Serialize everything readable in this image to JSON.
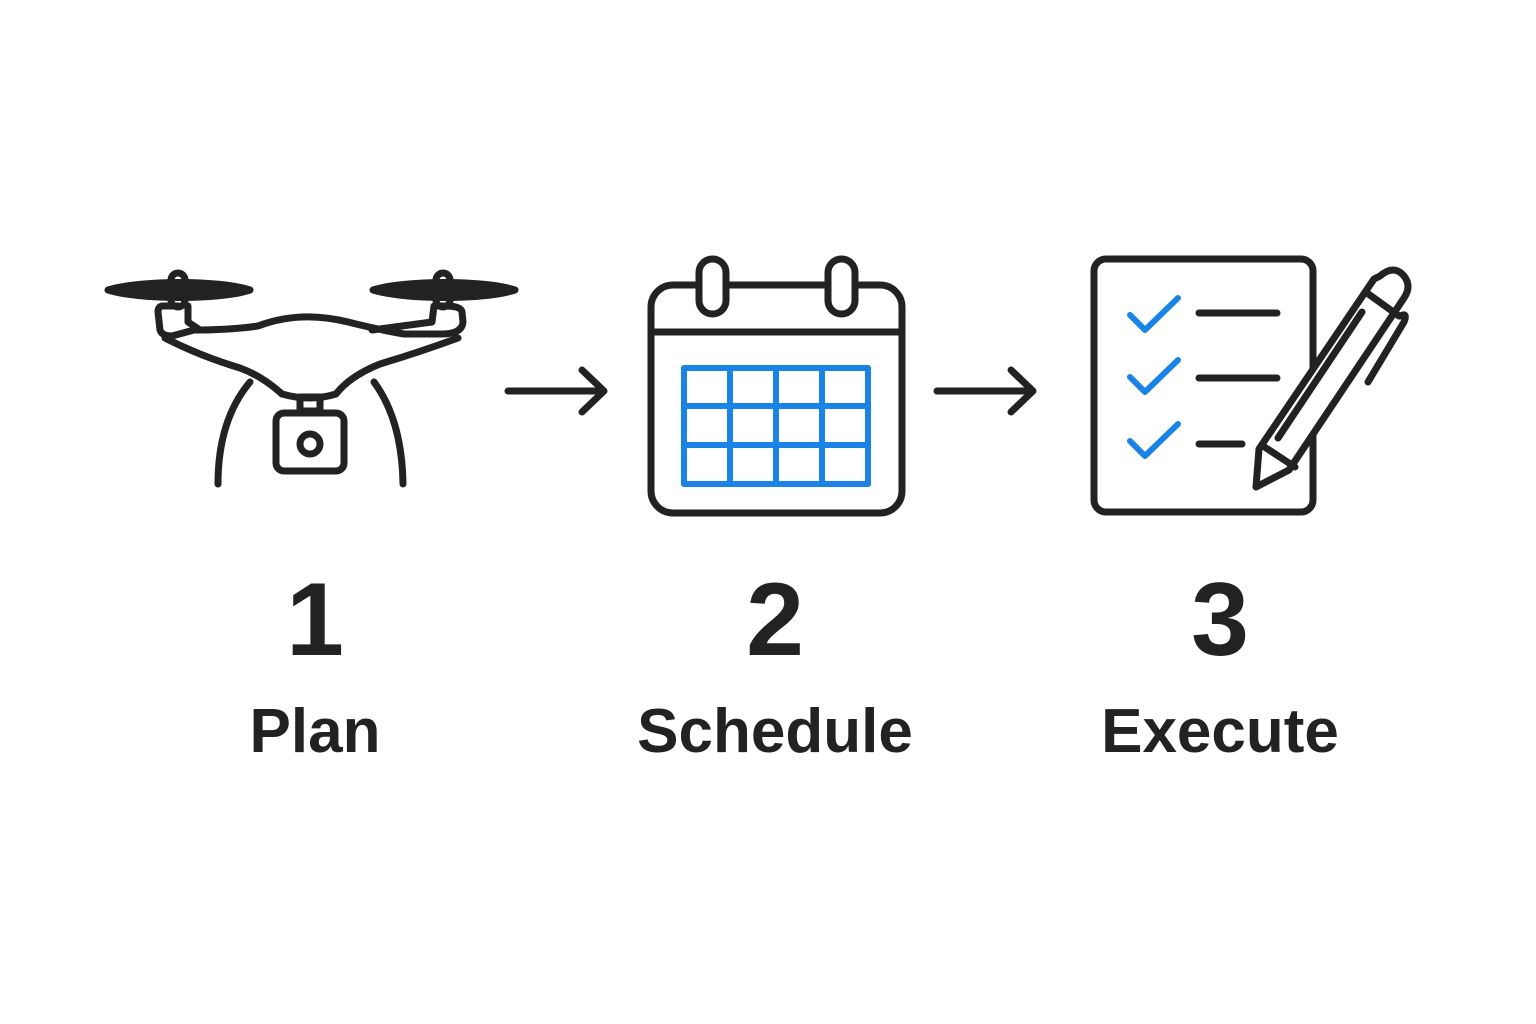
{
  "colors": {
    "stroke": "#222222",
    "accent": "#1a84e6",
    "background": "#ffffff"
  },
  "steps": [
    {
      "number": "1",
      "label": "Plan",
      "icon": "drone-icon"
    },
    {
      "number": "2",
      "label": "Schedule",
      "icon": "calendar-icon"
    },
    {
      "number": "3",
      "label": "Execute",
      "icon": "checklist-icon"
    }
  ],
  "connectors": [
    "arrow-right-icon",
    "arrow-right-icon"
  ]
}
